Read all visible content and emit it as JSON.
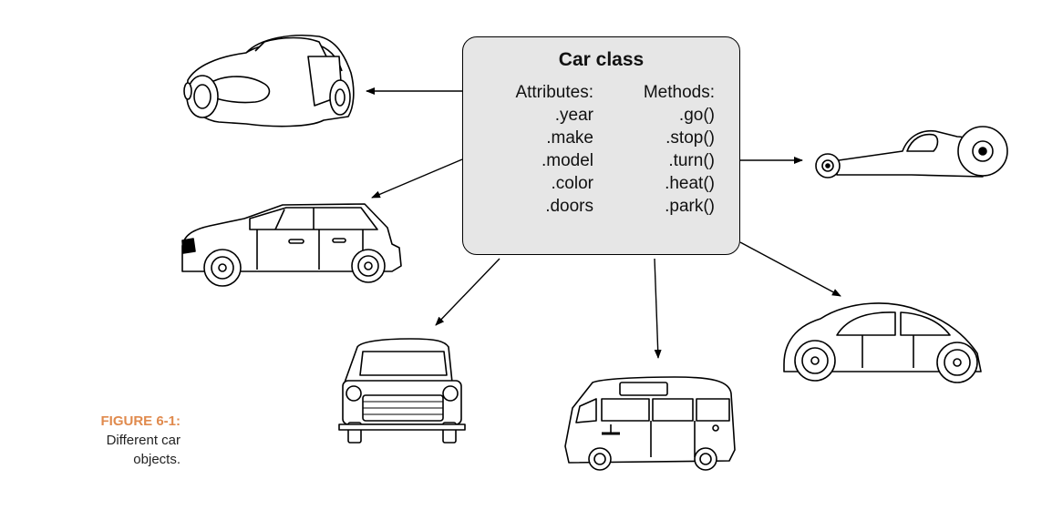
{
  "diagram": {
    "class_box": {
      "title": "Car class",
      "attributes_heading": "Attributes:",
      "attributes": [
        ".year",
        ".make",
        ".model",
        ".color",
        ".doors"
      ],
      "methods_heading": "Methods:",
      "methods": [
        ".go()",
        ".stop()",
        ".turn()",
        ".heat()",
        ".park()"
      ]
    },
    "objects": [
      {
        "icon": "sports-car-icon"
      },
      {
        "icon": "hatchback-car-icon"
      },
      {
        "icon": "mini-car-icon"
      },
      {
        "icon": "van-icon"
      },
      {
        "icon": "beetle-car-icon"
      },
      {
        "icon": "dragster-icon"
      }
    ]
  },
  "caption": {
    "label": "FIGURE 6-1:",
    "text_line1": "Different car",
    "text_line2": "objects."
  },
  "colors": {
    "box_fill": "#e6e6e6",
    "caption_label": "#e08a4d",
    "ink": "#000000"
  }
}
